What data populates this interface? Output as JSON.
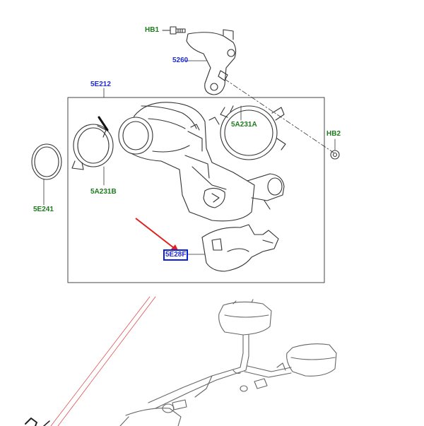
{
  "labels": {
    "hb1": "HB1",
    "p5260": "5260",
    "p5e212": "5E212",
    "p5a231a": "5A231A",
    "hb2": "HB2",
    "p5a231b": "5A231B",
    "p5e241": "5E241",
    "p5e28f": "5E28F"
  },
  "colors": {
    "part_number_blue": "#1f2bd6",
    "fastener_green": "#1d7a1d",
    "highlight_box": "#0a1fd8",
    "pointer_arrow": "#e02020",
    "line_art": "#333333"
  },
  "icons": {
    "pointer": "red-arrow-icon",
    "highlight": "selection-box"
  }
}
